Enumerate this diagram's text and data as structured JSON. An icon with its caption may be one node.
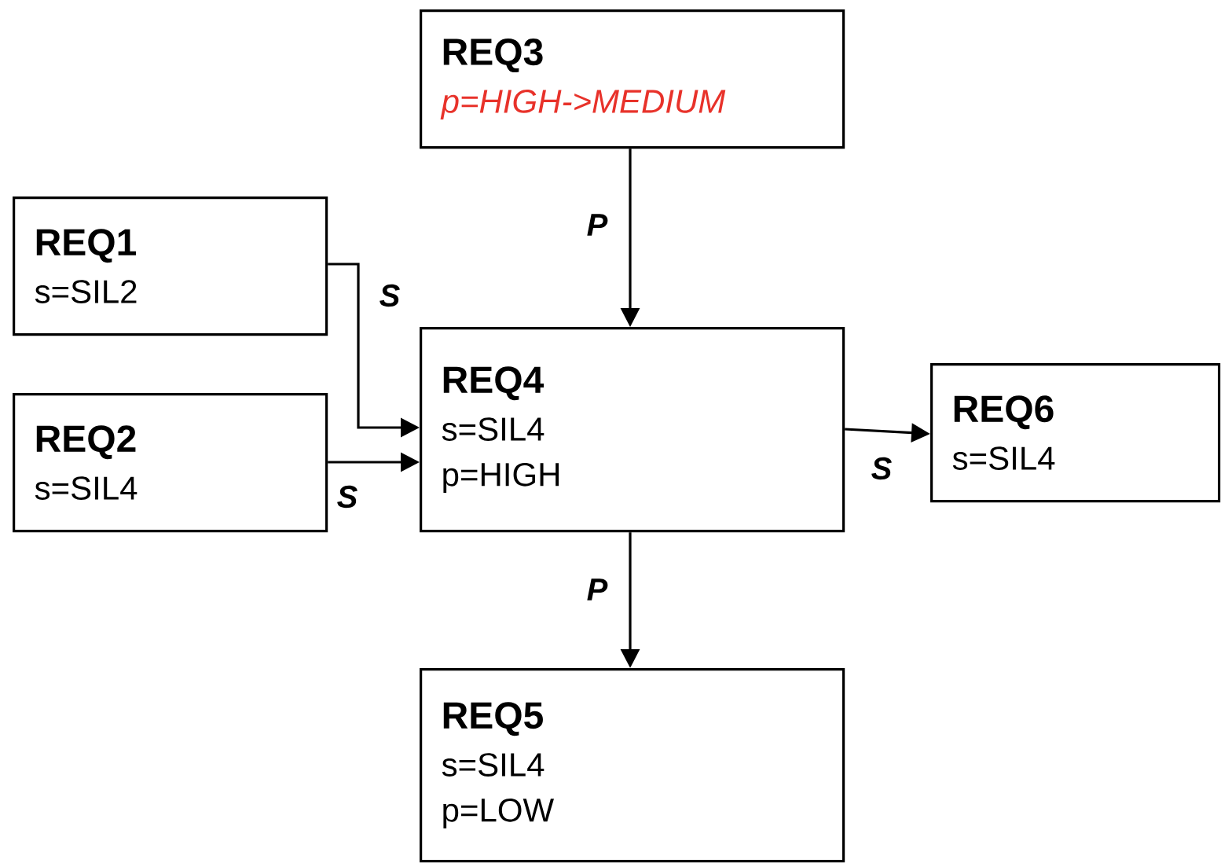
{
  "diagram": {
    "nodes": [
      {
        "text": [
          "REQ3",
          "p=HIGH->MEDIUM"
        ]
      },
      {
        "text": [
          "REQ1",
          "s=SIL2"
        ]
      },
      {
        "text": [
          "REQ4",
          "s=SIL4",
          "p=HIGH"
        ]
      },
      {
        "text": [
          "REQ6",
          "s=SIL4"
        ]
      },
      {
        "text": [
          "REQ2",
          "s=SIL4"
        ]
      },
      {
        "text": [
          "REQ5",
          "s=SIL4",
          "p=LOW"
        ]
      }
    ],
    "edges": [
      {
        "from": 0,
        "to": 2,
        "arrow": "to",
        "label": "P"
      },
      {
        "from": 1,
        "to": 2,
        "arrow": "to",
        "label": "S"
      },
      {
        "from": 4,
        "to": 2,
        "arrow": "to",
        "label": "S"
      },
      {
        "from": 2,
        "to": 3,
        "arrow": "to",
        "label": "S"
      },
      {
        "from": 2,
        "to": 5,
        "arrow": "to",
        "label": "P"
      }
    ]
  }
}
